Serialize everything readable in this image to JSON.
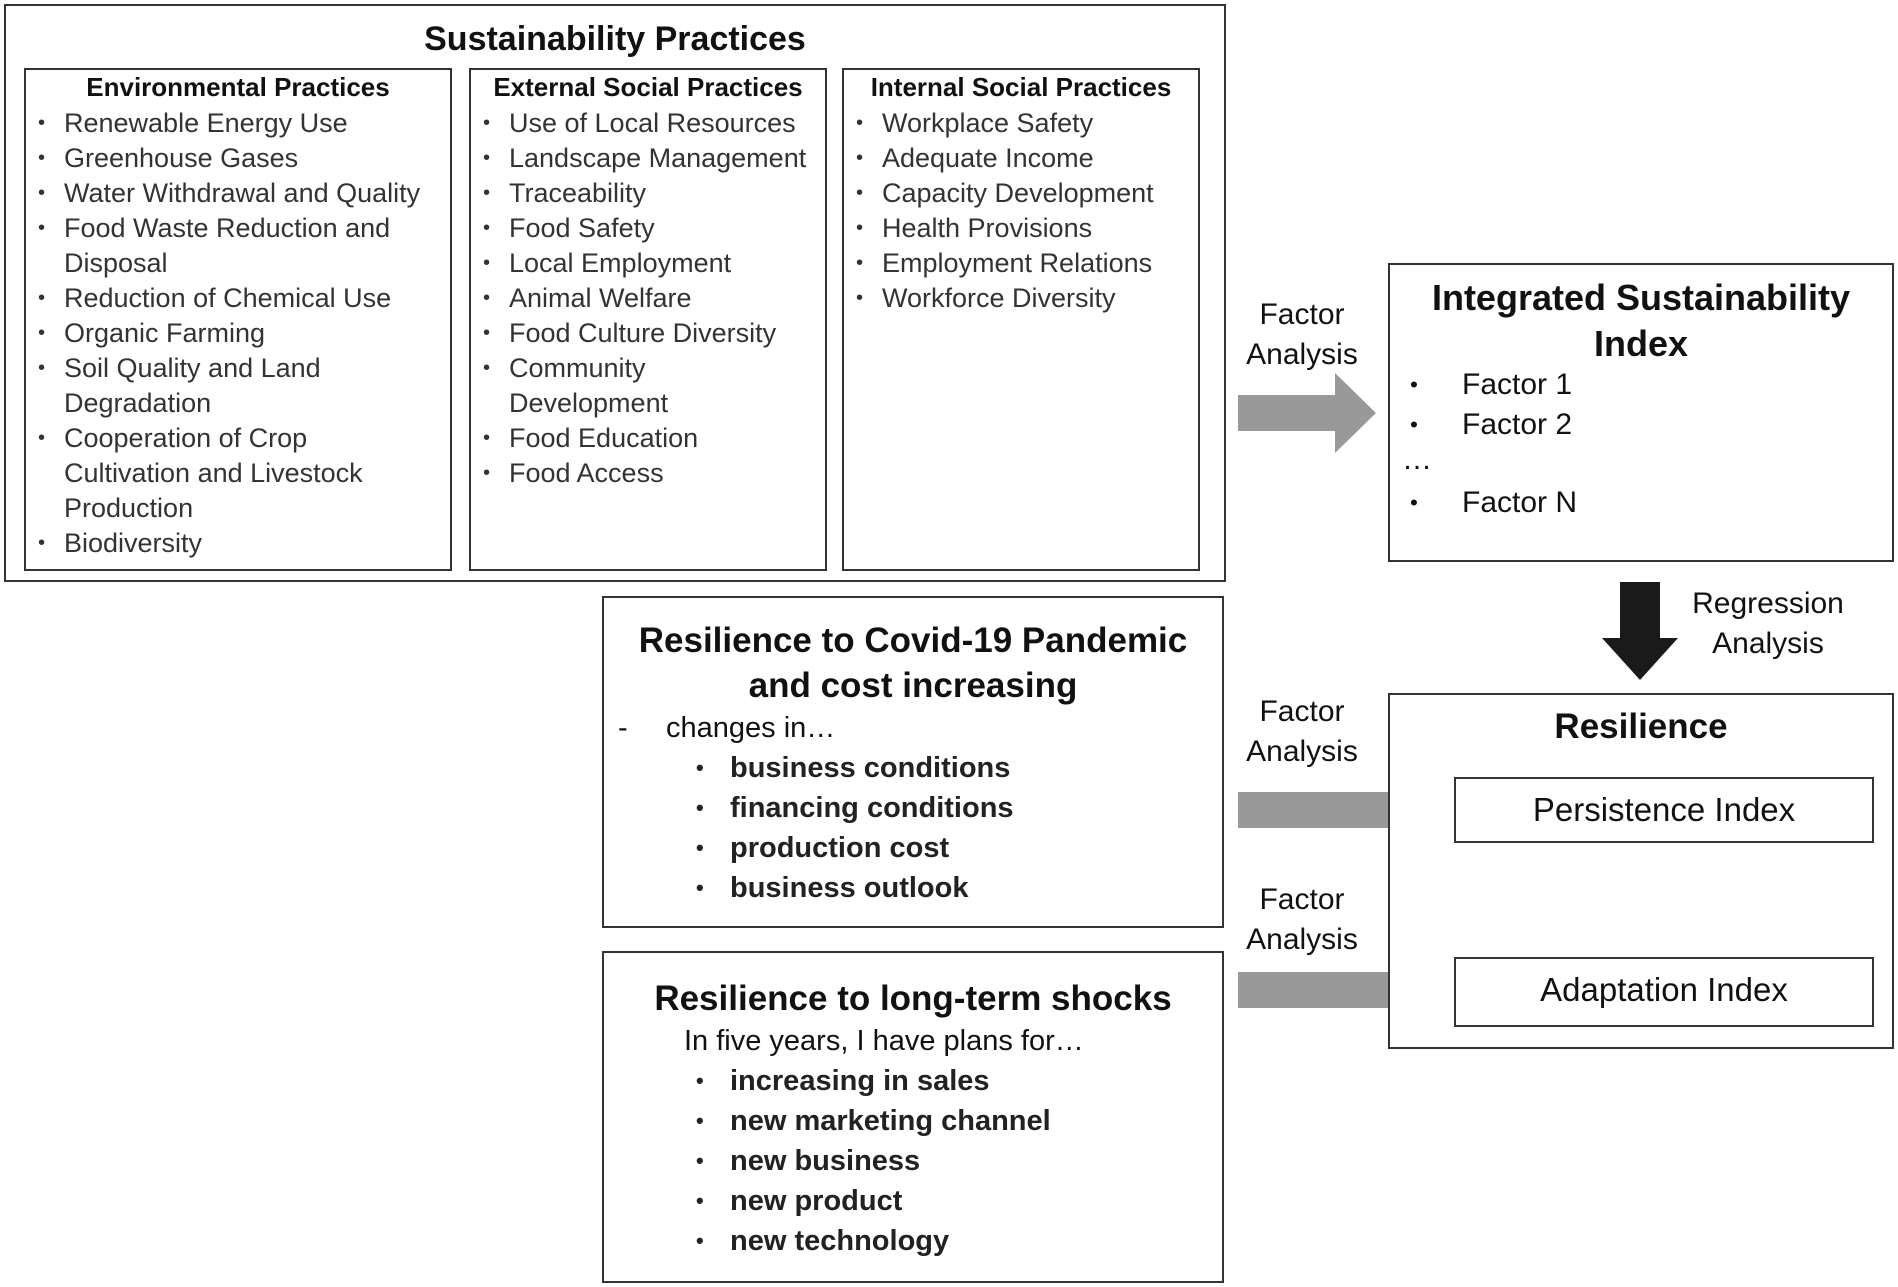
{
  "sustainability": {
    "title": "Sustainability Practices",
    "columns": [
      {
        "heading": "Environmental Practices",
        "items": [
          "Renewable Energy Use",
          "Greenhouse Gases",
          "Water Withdrawal and Quality",
          "Food Waste Reduction and Disposal",
          "Reduction of Chemical Use",
          "Organic Farming",
          "Soil Quality and Land Degradation",
          "Cooperation of Crop Cultivation and Livestock Production",
          "Biodiversity"
        ]
      },
      {
        "heading": "External Social Practices",
        "items": [
          "Use of Local Resources",
          "Landscape Management",
          "Traceability",
          "Food Safety",
          "Local Employment",
          "Animal Welfare",
          "Food Culture Diversity",
          "Community Development",
          "Food Education",
          "Food Access"
        ]
      },
      {
        "heading": "Internal Social Practices",
        "items": [
          "Workplace Safety",
          "Adequate Income",
          "Capacity Development",
          "Health Provisions",
          "Employment Relations",
          "Workforce Diversity"
        ]
      }
    ]
  },
  "isi": {
    "title": "Integrated Sustainability Index",
    "factors": [
      "Factor 1",
      "Factor 2",
      "…",
      "Factor N"
    ]
  },
  "arrows": {
    "factor_top": "Factor Analysis",
    "regression": "Regression Analysis",
    "factor_mid": "Factor Analysis",
    "factor_bottom": "Factor Analysis"
  },
  "covid": {
    "title": "Resilience to Covid-19 Pandemic and cost increasing",
    "dash": "-",
    "intro": "changes in…",
    "items": [
      "business conditions",
      "financing conditions",
      "production cost",
      "business outlook"
    ]
  },
  "longterm": {
    "title": "Resilience to long-term shocks",
    "intro": "In five years, I have plans for…",
    "items": [
      "increasing in sales",
      "new marketing channel",
      "new business",
      "new product",
      "new technology"
    ]
  },
  "resilience": {
    "title": "Resilience",
    "persistence": "Persistence Index",
    "adaptation": "Adaptation Index"
  },
  "colors": {
    "arrow_gray": "#999999",
    "arrow_black": "#1a1a1a",
    "border": "#333333"
  }
}
